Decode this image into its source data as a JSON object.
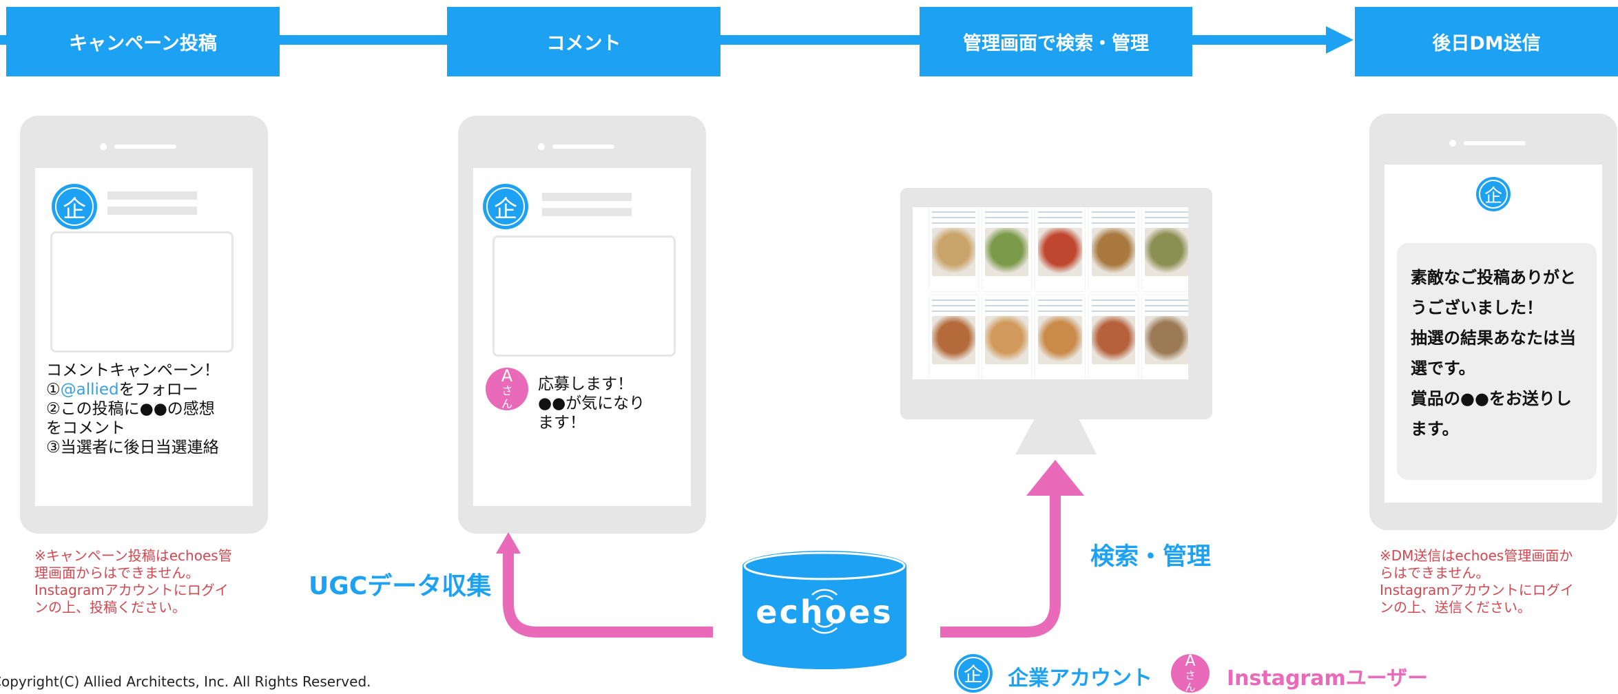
{
  "steps": [
    {
      "label": "キャンペーン投稿"
    },
    {
      "label": "コメント"
    },
    {
      "label": "管理画面で検索・管理"
    },
    {
      "label": "後日DM送信"
    }
  ],
  "avatars": {
    "company_char": "企",
    "user_char_top": "A",
    "user_char_bottom": "さ",
    "user_char_extra": "ん"
  },
  "phone1": {
    "line1": "コメントキャンペーン！",
    "line2_prefix": "①",
    "line2_mention": "@allied",
    "line2_suffix": "をフォロー",
    "line3": "②この投稿に●●の感想",
    "line4": "をコメント",
    "line5": "③当選者に後日当選連絡"
  },
  "phone2": {
    "comment_line1": "応募します！",
    "comment_line2": "●●が気になり",
    "comment_line3": "ます！"
  },
  "phone4": {
    "dm_lines": [
      "素敵なご投稿ありがと",
      "うございました！",
      "抽選の結果あなたは当",
      "選です。",
      "賞品の●●をお送りし",
      "ます。"
    ]
  },
  "notes": {
    "left": [
      "※キャンペーン投稿はechoes管",
      "理画面からはできません。",
      "Instagramアカウントにログイ",
      "ンの上、投稿ください。"
    ],
    "right": [
      "※DM送信はechoes管理画面か",
      "らはできません。",
      "Instagramアカウントにログイ",
      "ンの上、送信ください。"
    ]
  },
  "labels": {
    "ugc": "UGCデータ収集",
    "search": "検索・管理",
    "echoes": "echoes"
  },
  "legend": {
    "company": "企業アカウント",
    "user": "Instagramユーザー"
  },
  "copyright": "Copyright(C) Allied Architects, Inc.  All Rights Reserved.",
  "colors": {
    "accent_blue": "#1da1f2",
    "accent_pink": "#e86ab8",
    "note_red": "#d4474f",
    "phone_gray": "#e6e6e6"
  },
  "icons": [
    "company-avatar-icon",
    "user-avatar-icon",
    "echoes-logo-icon",
    "arrow-icon"
  ]
}
